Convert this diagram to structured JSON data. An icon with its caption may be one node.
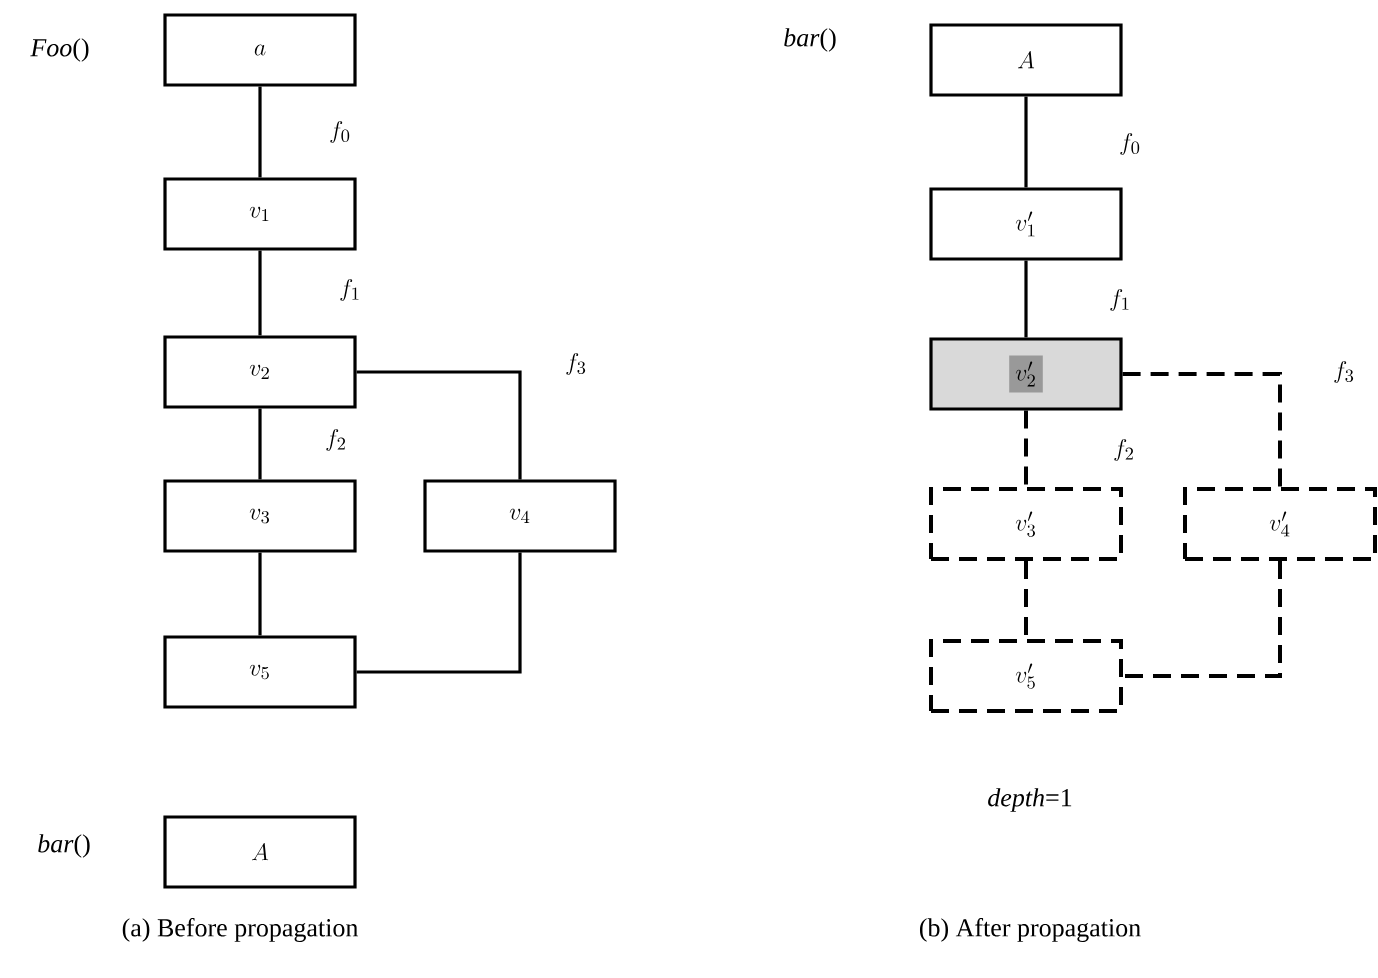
{
  "diagram": {
    "nodes": [
      {
        "text": [
          "a"
        ],
        "beside": [
          "*Foo*()"
        ]
      },
      {
        "text": [
          "v_1"
        ]
      },
      {
        "text": [
          "v_2"
        ]
      },
      {
        "text": [
          "v_3"
        ]
      },
      {
        "text": [
          "v_4"
        ]
      },
      {
        "text": [
          "v_5"
        ]
      },
      {
        "text": [
          "A"
        ],
        "beside": [
          "*bar*()"
        ]
      },
      {
        "text": [
          "A"
        ],
        "beside": [
          "*bar*()"
        ]
      },
      {
        "text": [
          "v_1'"
        ]
      },
      {
        "text": [
          "v_2'"
        ]
      },
      {
        "text": [
          "v_3'"
        ]
      },
      {
        "text": [
          "v_4'"
        ]
      },
      {
        "text": [
          "v_5'"
        ]
      }
    ],
    "edges": [
      {
        "from": 0,
        "to": 1,
        "arrow": "none",
        "label": "f_0"
      },
      {
        "from": 1,
        "to": 2,
        "arrow": "none",
        "label": "f_1"
      },
      {
        "from": 2,
        "to": 3,
        "arrow": "none",
        "label": "f_2"
      },
      {
        "from": 2,
        "to": 4,
        "arrow": "none",
        "label": "f_3"
      },
      {
        "from": 3,
        "to": 5,
        "arrow": "none"
      },
      {
        "from": 4,
        "to": 5,
        "arrow": "none"
      },
      {
        "from": 7,
        "to": 8,
        "arrow": "none",
        "label": "f_0"
      },
      {
        "from": 8,
        "to": 9,
        "arrow": "none",
        "label": "f_1"
      },
      {
        "from": 9,
        "to": 10,
        "arrow": "none",
        "label": "f_2",
        "style": "dashed"
      },
      {
        "from": 9,
        "to": 11,
        "arrow": "none",
        "label": "f_3",
        "style": "dashed"
      },
      {
        "from": 10,
        "to": 12,
        "arrow": "none",
        "style": "dashed"
      },
      {
        "from": 11,
        "to": 12,
        "arrow": "none",
        "style": "dashed"
      }
    ],
    "labels": [
      "*depth*=1",
      "(a) Before propagation",
      "(b) After propagation"
    ]
  }
}
